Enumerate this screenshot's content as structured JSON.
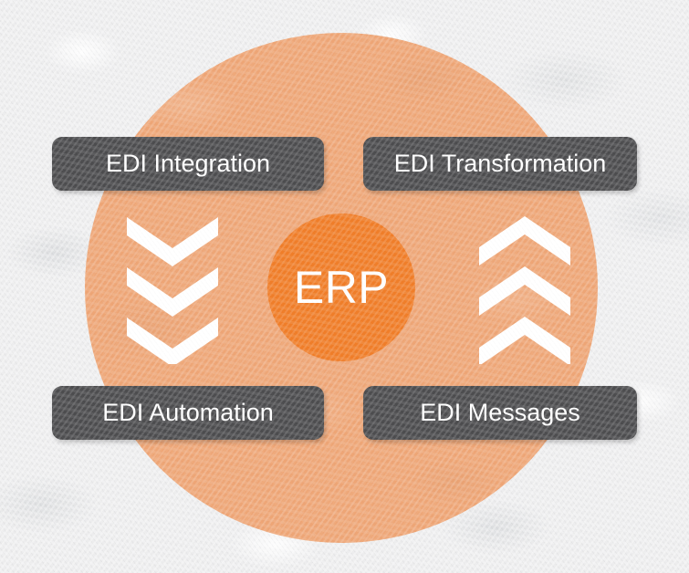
{
  "diagram": {
    "title": "ERP EDI integration diagram",
    "background_color": "#ededee",
    "center": {
      "label": "ERP",
      "circle_color": "#f07d28",
      "text_color": "#ffffff"
    },
    "outer_ring": {
      "color": "#eea575"
    },
    "labels": {
      "top_left": "EDI Integration",
      "top_right": "EDI Transformation",
      "bottom_left": "EDI Automation",
      "bottom_right": "EDI Messages",
      "pill_color": "#4c4c4e",
      "pill_text_color": "#ffffff"
    },
    "flows": [
      {
        "name": "inbound-flow",
        "icon": "chevron-down-icon",
        "direction": "down",
        "count": 3,
        "color": "#ffffff",
        "side": "left"
      },
      {
        "name": "outbound-flow",
        "icon": "chevron-up-icon",
        "direction": "up",
        "count": 3,
        "color": "#ffffff",
        "side": "right"
      }
    ]
  }
}
